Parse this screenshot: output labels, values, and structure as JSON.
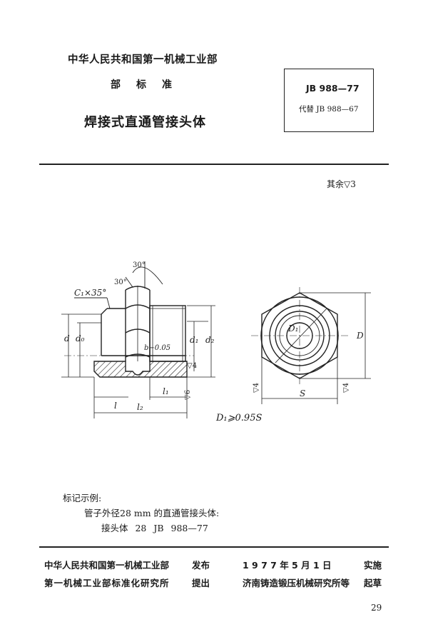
{
  "header": {
    "ministry": "中华人民共和国第一机械工业部",
    "standard_type": "部标准",
    "title": "焊接式直通管接头体"
  },
  "standard_box": {
    "code": "JB 988—77",
    "replaces": "代替 JB 988—67"
  },
  "surface_note": "其余▽3",
  "drawing_labels": {
    "chamfer": "C₁×35°",
    "angle_top": "30°",
    "angle_left": "30°",
    "d": "d",
    "d0": "d₀",
    "d1": "d₁",
    "d2": "d₂",
    "b": "b",
    "b_tol": "b−0.05",
    "rough4_a": "▽4",
    "rough6": "▽6",
    "l": "l",
    "l1": "l₁",
    "l2": "l₂",
    "D1": "D₁",
    "D": "D",
    "S": "S",
    "rough4_b": "▽4",
    "rough4_c": "▽4"
  },
  "d1_formula": "D₁⩾0.95S",
  "example": {
    "title": "标记示例:",
    "description": "管子外径28 mm 的直通管接头体:",
    "marking": "接头体 28 JB 988—77"
  },
  "footer": {
    "issuer_org": "中华人民共和国第一机械工业部",
    "issue_word": "发布",
    "issue_date": "1 9 7 7 年 5 月 1 日",
    "implement_word": "实施",
    "proposer_org": "第一机械工业部标准化研究所",
    "propose_word": "提出",
    "drafter_org": "济南铸造锻压机械研究所等",
    "draft_word": "起草"
  },
  "page_number": "29"
}
